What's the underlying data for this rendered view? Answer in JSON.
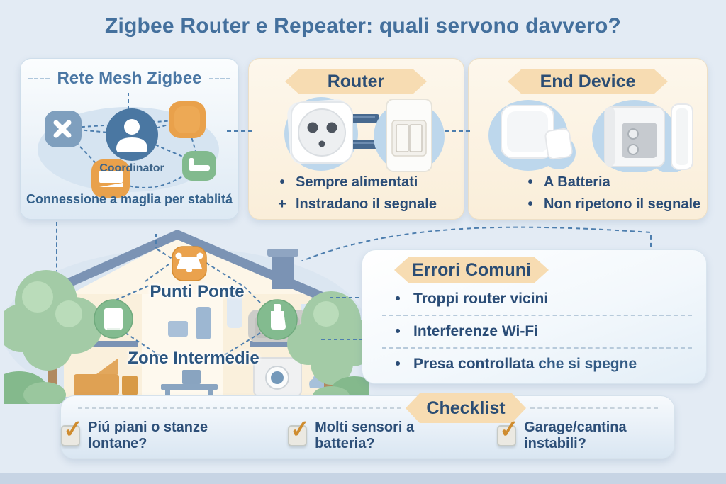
{
  "title": "Zigbee Router e Repeater: quali servono davvero?",
  "mesh": {
    "title": "Rete Mesh Zigbee",
    "coordinator_label": "Coordinator",
    "caption": "Connessione a maglia per stablitá"
  },
  "router": {
    "title": "Router",
    "bullets": [
      {
        "marker": "•",
        "text": "Sempre alimentati"
      },
      {
        "marker": "+",
        "text": "Instradano il segnale"
      }
    ]
  },
  "end_device": {
    "title": "End Device",
    "bullets": [
      {
        "marker": "•",
        "text": "A Batteria"
      },
      {
        "marker": "•",
        "text": "Non ripetono il segnale"
      }
    ]
  },
  "house": {
    "bridge_label": "Punti Ponte",
    "zones_label": "Zone Intermedie"
  },
  "errors": {
    "title": "Errori Comuni",
    "items": [
      {
        "bold": "Troppi router vicini",
        "rest": ""
      },
      {
        "bold": "Interferenze Wi-Fi",
        "rest": ""
      },
      {
        "bold": "Presa controllata",
        "rest": " che si spegne"
      }
    ]
  },
  "checklist": {
    "title": "Checklist",
    "check_glyph": "✓",
    "items": [
      "Piú piani o stanze lontane?",
      "Molti sensori a batteria?",
      "Garage/cantina instabili?"
    ]
  },
  "icons": {
    "coordinator_node": "person-icon",
    "offline_node": "x-mark-icon",
    "bulb_node": "bulb-tile-icon",
    "panel_node": "switch-panel-icon",
    "bed_node": "bed-icon",
    "router_left": "smart-plug-icon",
    "router_right": "wall-switch-icon",
    "end_left": "smart-button-icon",
    "end_right": "door-sensor-icon",
    "bridge_badge": "lamp-icon",
    "zone_left_badge": "tablet-icon",
    "zone_right_badge": "bottle-icon",
    "checkbox": "check-icon"
  },
  "colors": {
    "background": "#e3ebf4",
    "title_blue": "#44709d",
    "navy": "#2b4d77",
    "steel": "#4a77a4",
    "peach_banner": "#f7dcb2",
    "cream_panel": "#fbf0dd",
    "orange": "#e9a14b",
    "green": "#82ba8e",
    "node_blue": "#7f9fbe",
    "coordinator_blue": "#4a77a2",
    "dash_blue": "#4d7eae",
    "roof_slate": "#7b93b4",
    "check_orange": "#cf8c2f",
    "bottom_strip": "#c7d4e4"
  }
}
